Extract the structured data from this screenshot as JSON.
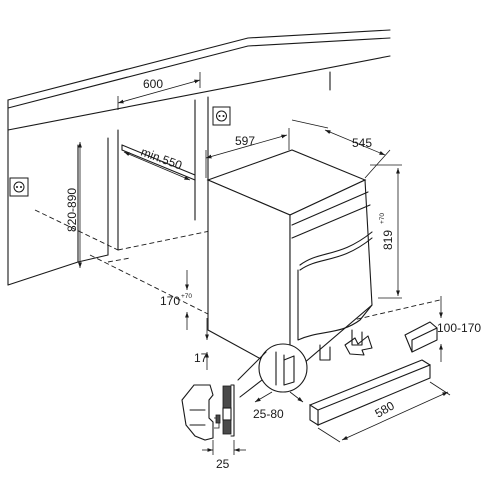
{
  "dimensions": {
    "niche_width": "600",
    "niche_depth_min": "min.550",
    "niche_height": "820-890",
    "appliance_width": "597",
    "appliance_depth": "545",
    "appliance_height": "819",
    "appliance_height_tol": "+70",
    "plinth_height": "170",
    "plinth_height_tol": "+70",
    "bottom_gap": "17",
    "kickplate_height": "100-170",
    "kickplate_width": "580",
    "door_recess": "25-80",
    "panel_thickness": "25"
  }
}
